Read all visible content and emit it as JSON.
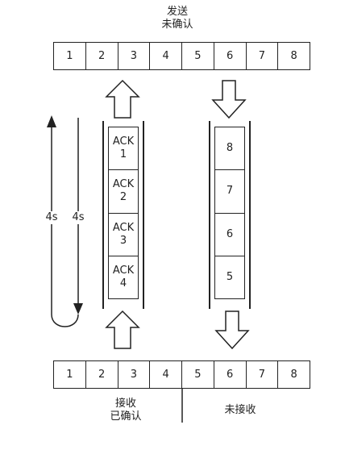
{
  "top_label": {
    "line1": "发送",
    "line2": "未确认"
  },
  "top_row": [
    "1",
    "2",
    "3",
    "4",
    "5",
    "6",
    "7",
    "8"
  ],
  "bottom_row": [
    "1",
    "2",
    "3",
    "4",
    "5",
    "6",
    "7",
    "8"
  ],
  "ack_channel": [
    "ACK\n1",
    "ACK\n2",
    "ACK\n3",
    "ACK\n4"
  ],
  "data_channel": [
    "8",
    "7",
    "6",
    "5"
  ],
  "timer_labels": {
    "left": "4s",
    "right": "4s"
  },
  "bottom_labels": {
    "left_line1": "接收",
    "left_line2": "已确认",
    "right": "未接收"
  }
}
